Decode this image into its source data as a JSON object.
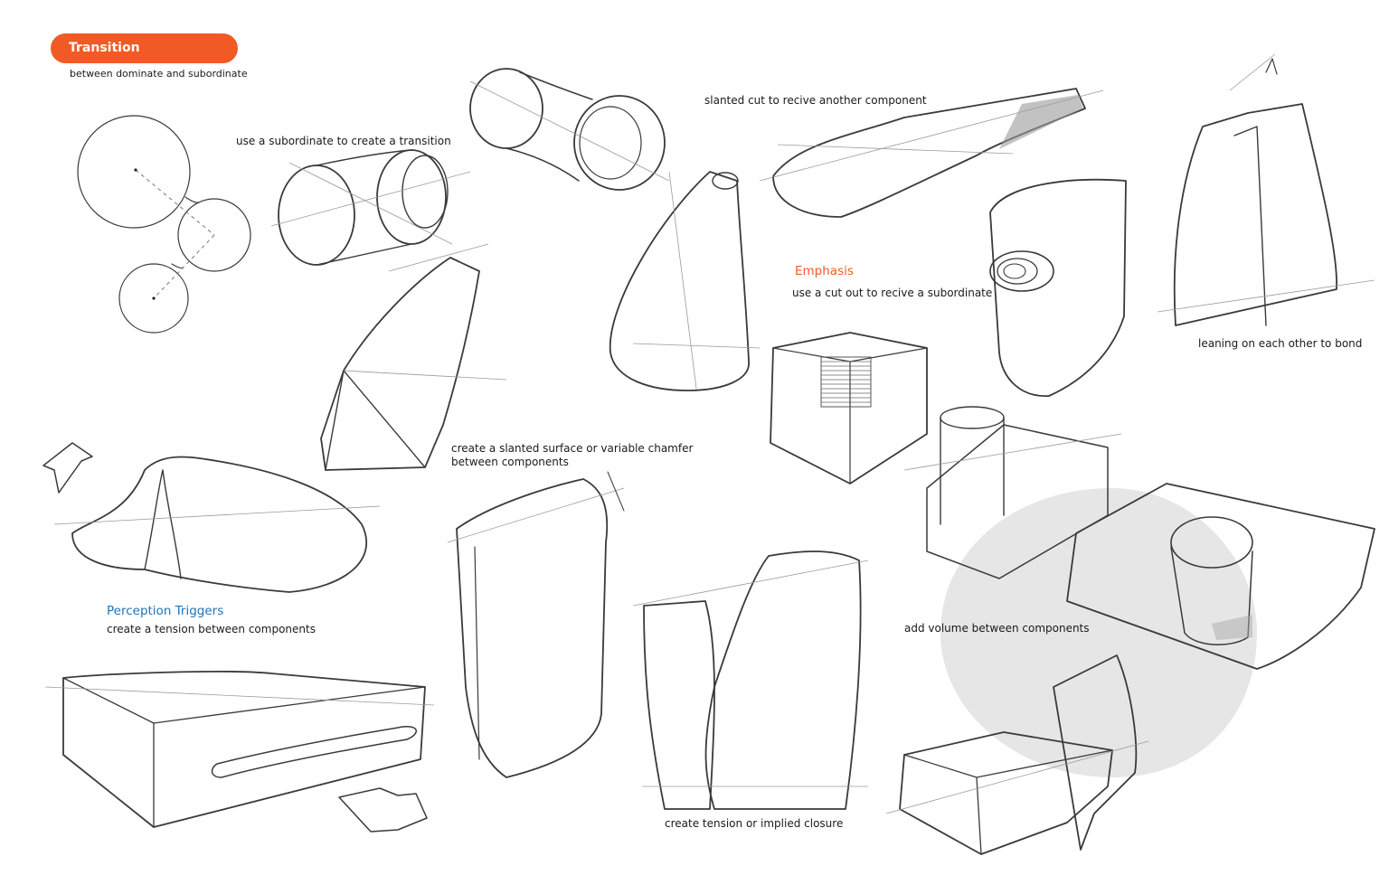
{
  "colors": {
    "accent_orange": "#f15a24",
    "accent_blue": "#1f73b7",
    "sketch_stroke": "#3a3a3a",
    "shade_gray": "#e6e6e6"
  },
  "sections": {
    "transition": {
      "title": "Transition",
      "subtitle": "between dominate and subordinate"
    },
    "emphasis": {
      "title": "Emphasis",
      "subtitle": "use a cut out to recive a subordinate"
    },
    "perception": {
      "title": "Perception Triggers",
      "subtitle": "create a tension between components"
    }
  },
  "annotations": {
    "subordinate_transition": "use a subordinate to create a transition",
    "slanted_cut": "slanted cut to recive another component",
    "leaning": "leaning on each other to bond",
    "slanted_surface_1": "create a slanted surface or variable chamfer",
    "slanted_surface_2": "between components",
    "add_volume": "add volume between components",
    "tension_closure": "create tension or implied closure"
  }
}
